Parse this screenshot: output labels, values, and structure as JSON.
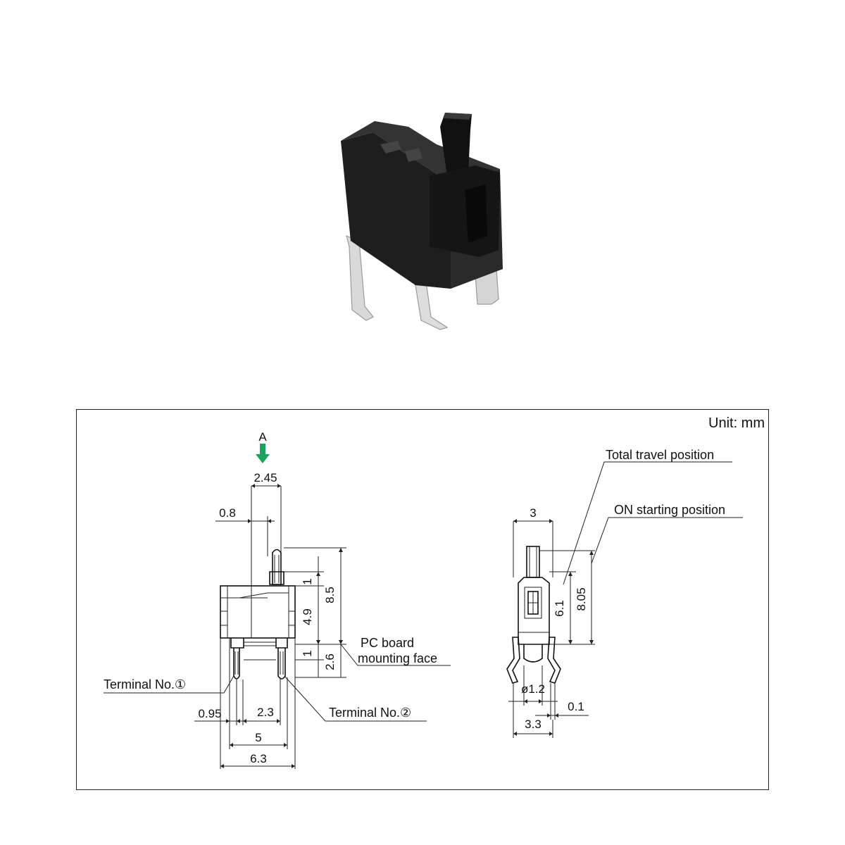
{
  "photo": {
    "icon": "detector-switch-photo"
  },
  "drawing": {
    "unit": "Unit: mm",
    "arrow_label": "A",
    "arrow_color": "#1aa35c",
    "front_dims": {
      "d_2_45": "2.45",
      "d_0_8": "0.8",
      "d_1_top": "1",
      "d_8_5": "8.5",
      "d_4_9": "4.9",
      "d_1_low": "1",
      "d_2_6": "2.6",
      "d_0_95": "0.95",
      "d_2_3": "2.3",
      "d_5": "5",
      "d_6_3": "6.3"
    },
    "side_dims": {
      "d_3": "3",
      "d_6_1": "6.1",
      "d_8_05": "8.05",
      "d_dia_1_2": "ø1.2",
      "d_0_1": "0.1",
      "d_3_3": "3.3"
    },
    "labels": {
      "pc_board_line1": "PC board",
      "pc_board_line2": "mounting face",
      "terminal_1": "Terminal No.①",
      "terminal_2": "Terminal No.②",
      "total_travel": "Total travel position",
      "on_starting": "ON starting position"
    }
  }
}
